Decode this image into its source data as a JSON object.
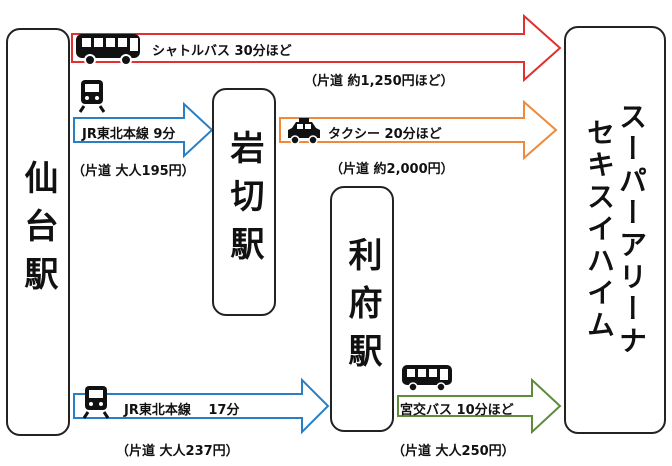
{
  "stations": {
    "sendai": "仙台駅",
    "iwakiri": "岩切駅",
    "rifu": "利府駅"
  },
  "destination": {
    "line1": "セキスイハイム",
    "line2": "スーパーアリーナ"
  },
  "routes": {
    "shuttle": {
      "label": "シャトルバス 30分ほど",
      "price": "（片道 約1,250円ほど）"
    },
    "jr_iwakiri": {
      "label": "JR東北本線 9分",
      "price": "（片道 大人195円）"
    },
    "taxi": {
      "label": "タクシー 20分ほど",
      "price": "（片道 約2,000円）"
    },
    "jr_rifu": {
      "label": "JR東北本線　 17分",
      "price": "（片道 大人237円）"
    },
    "miyako_bus": {
      "label": "宮交バス 10分ほど",
      "price": "（片道 大人250円）"
    }
  },
  "colors": {
    "shuttle": "#e03030",
    "jr": "#2a7fc4",
    "taxi": "#ef8a3c",
    "bus": "#5e8c3a"
  },
  "icons": [
    "bus-icon",
    "train-icon",
    "taxi-icon"
  ]
}
